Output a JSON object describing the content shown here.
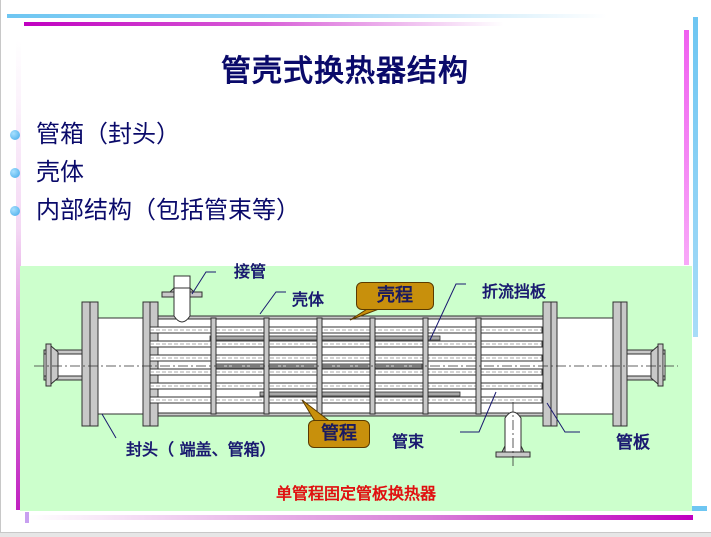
{
  "slide": {
    "title": "管壳式换热器结构",
    "bullets": [
      {
        "text": "管箱（封头）"
      },
      {
        "text": "壳体"
      },
      {
        "text": "内部结构（包括管束等）"
      }
    ]
  },
  "diagram": {
    "labels": {
      "nozzle": "接管",
      "shell": "壳体",
      "baffle": "折流挡板",
      "head": "封头（ 端盖、管箱）",
      "tube_bundle": "管束",
      "tube_sheet": "管板"
    },
    "callouts": {
      "shell_side": "壳程",
      "tube_side": "管程"
    },
    "caption": "单管程固定管板换热器"
  },
  "colors": {
    "title": "#0a0a6a",
    "panel_bg": "#ccffcc",
    "callout_fill": "#c8900c",
    "caption": "#e01010",
    "accent_blue": "#6ec6f2",
    "accent_magenta": "#c000c0"
  }
}
